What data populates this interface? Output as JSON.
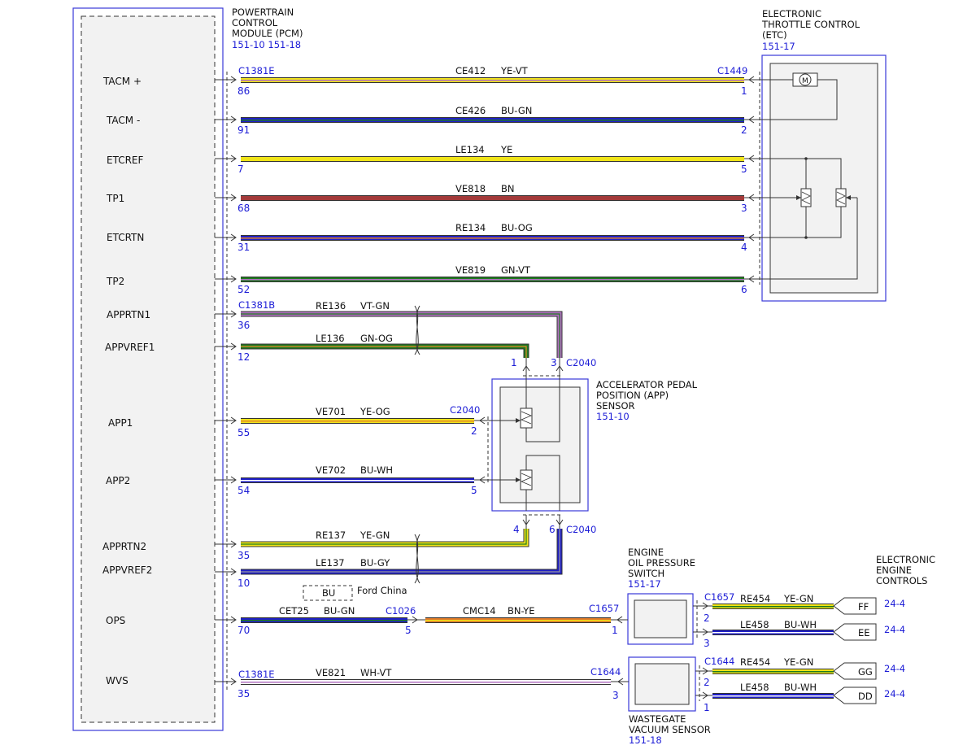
{
  "colors": {
    "wire_outline": "#333333",
    "module_border": "#3a3ad8",
    "module_fill": "#f2f2f2",
    "link_text": "#1c1cd6",
    "YE": "#f0e418",
    "VT": "#b070c0",
    "BU": "#1f1fc8",
    "GN": "#1f7a1f",
    "BN": "#a33a3a",
    "OG": "#e58a2a",
    "WH": "#ffffff",
    "GY": "#9a9a9a"
  },
  "pcm": {
    "title_lines": [
      "POWERTRAIN",
      "CONTROL",
      "MODULE (PCM)"
    ],
    "refs": "151-10  151-18"
  },
  "etc": {
    "title_lines": [
      "ELECTRONIC",
      "THROTTLE CONTROL",
      "(ETC)"
    ],
    "ref": "151-17",
    "motor_symbol": "M"
  },
  "app_sensor": {
    "title_lines": [
      "ACCELERATOR PEDAL",
      "POSITION (APP)",
      "SENSOR"
    ],
    "ref": "151-10"
  },
  "oil_switch": {
    "title_lines": [
      "ENGINE",
      "OIL PRESSURE",
      "SWITCH"
    ],
    "ref": "151-17"
  },
  "wastegate": {
    "title_lines": [
      "WASTEGATE",
      "VACUUM SENSOR"
    ],
    "ref": "151-18"
  },
  "eec": {
    "title_lines": [
      "ELECTRONIC",
      "ENGINE",
      "CONTROLS"
    ]
  },
  "option_note": {
    "box": "BU",
    "text": "Ford China"
  },
  "signals": [
    "TACM +",
    "TACM -",
    "ETCREF",
    "TP1",
    "ETCRTN",
    "TP2",
    "APPRTN1",
    "APPVREF1",
    "APP1",
    "APP2",
    "APPRTN2",
    "APPVREF2",
    "OPS",
    "WVS"
  ],
  "connectors": {
    "pcm_e_top": "C1381E",
    "pcm_b": "C1381B",
    "pcm_e_bottom": "C1381E",
    "etc": "C1449",
    "app": "C2040",
    "inline": "C1026",
    "oil": "C1657",
    "wastegate": "C1644"
  },
  "wires": [
    {
      "circuit": "CE412",
      "color": "YE-VT",
      "pin_start": "86",
      "pin_end": "1"
    },
    {
      "circuit": "CE426",
      "color": "BU-GN",
      "pin_start": "91",
      "pin_end": "2"
    },
    {
      "circuit": "LE134",
      "color": "YE",
      "pin_start": "7",
      "pin_end": "5"
    },
    {
      "circuit": "VE818",
      "color": "BN",
      "pin_start": "68",
      "pin_end": "3"
    },
    {
      "circuit": "RE134",
      "color": "BU-OG",
      "pin_start": "31",
      "pin_end": "4"
    },
    {
      "circuit": "VE819",
      "color": "GN-VT",
      "pin_start": "52",
      "pin_end": "6"
    },
    {
      "circuit": "RE136",
      "color": "VT-GN",
      "pin_start": "36",
      "pin_end": "3"
    },
    {
      "circuit": "LE136",
      "color": "GN-OG",
      "pin_start": "12",
      "pin_end": "1"
    },
    {
      "circuit": "VE701",
      "color": "YE-OG",
      "pin_start": "55",
      "pin_end": "2"
    },
    {
      "circuit": "VE702",
      "color": "BU-WH",
      "pin_start": "54",
      "pin_end": "5"
    },
    {
      "circuit": "RE137",
      "color": "YE-GN",
      "pin_start": "35",
      "pin_end": "4"
    },
    {
      "circuit": "LE137",
      "color": "BU-GY",
      "pin_start": "10",
      "pin_end": "6"
    },
    {
      "circuit": "CET25",
      "color": "BU-GN",
      "pin_start": "70",
      "pin_end": "5"
    },
    {
      "circuit": "CMC14",
      "color": "BN-YE",
      "pin_start": "",
      "pin_end": "1"
    },
    {
      "circuit": "VE821",
      "color": "WH-VT",
      "pin_start": "35",
      "pin_end": "3"
    },
    {
      "circuit": "RE454",
      "color": "YE-GN",
      "pin_start": "2",
      "pin_end": ""
    },
    {
      "circuit": "LE458",
      "color": "BU-WH",
      "pin_start": "3",
      "pin_end": ""
    },
    {
      "circuit": "RE454",
      "color": "YE-GN",
      "pin_start": "2",
      "pin_end": ""
    },
    {
      "circuit": "LE458",
      "color": "BU-WH",
      "pin_start": "1",
      "pin_end": ""
    }
  ],
  "eec_connectors": [
    {
      "tag": "FF",
      "ref": "24-4"
    },
    {
      "tag": "EE",
      "ref": "24-4"
    },
    {
      "tag": "GG",
      "ref": "24-4"
    },
    {
      "tag": "DD",
      "ref": "24-4"
    }
  ]
}
